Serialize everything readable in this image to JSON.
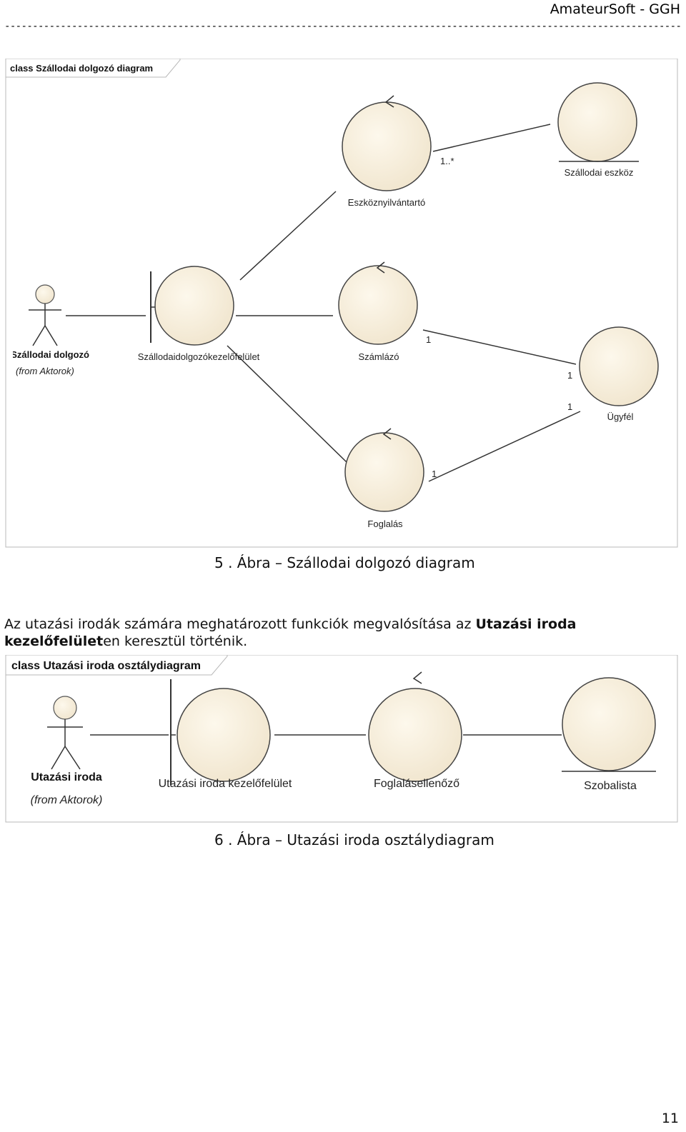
{
  "header": {
    "title": "AmateurSoft - GGH",
    "rule": "------------------------------------------------------------------------------------------------------------------------------------------------------"
  },
  "diagram1": {
    "frame_label": "class Szállodai dolgozó diagram",
    "actor_name": "Szállodai dolgozó",
    "actor_from": "(from Aktorok)",
    "boundary": "Szállodaidolgozókezelőfelület",
    "control_1": "Eszköznyilvántartó",
    "entity_1": "Szállodai eszköz",
    "control_2": "Számlázó",
    "entity_2": "Ügyfél",
    "control_3": "Foglalás",
    "mult_eszkoz": "1..*",
    "mult_szamlazo_near": "1",
    "mult_ugyfel_near_szamlazo": "1",
    "mult_ugyfel_near_foglalas": "1",
    "mult_foglalas_near": "1"
  },
  "caption1": "5 . Ábra – Szállodai dolgozó diagram",
  "paragraph": {
    "before": "Az utazási irodák számára meghatározott funkciók megvalósítása az ",
    "bold": "Utazási iroda kezelőfelület",
    "after": "en keresztül történik."
  },
  "diagram2": {
    "frame_label": "class Utazási iroda osztálydiagram",
    "actor_name": "Utazási iroda",
    "actor_from": "(from Aktorok)",
    "boundary": "Utazási iroda kezelőfelület",
    "control": "Foglalásellenőző",
    "entity": "Szobalista"
  },
  "caption2": "6 . Ábra – Utazási iroda osztálydiagram",
  "page_number": "11"
}
